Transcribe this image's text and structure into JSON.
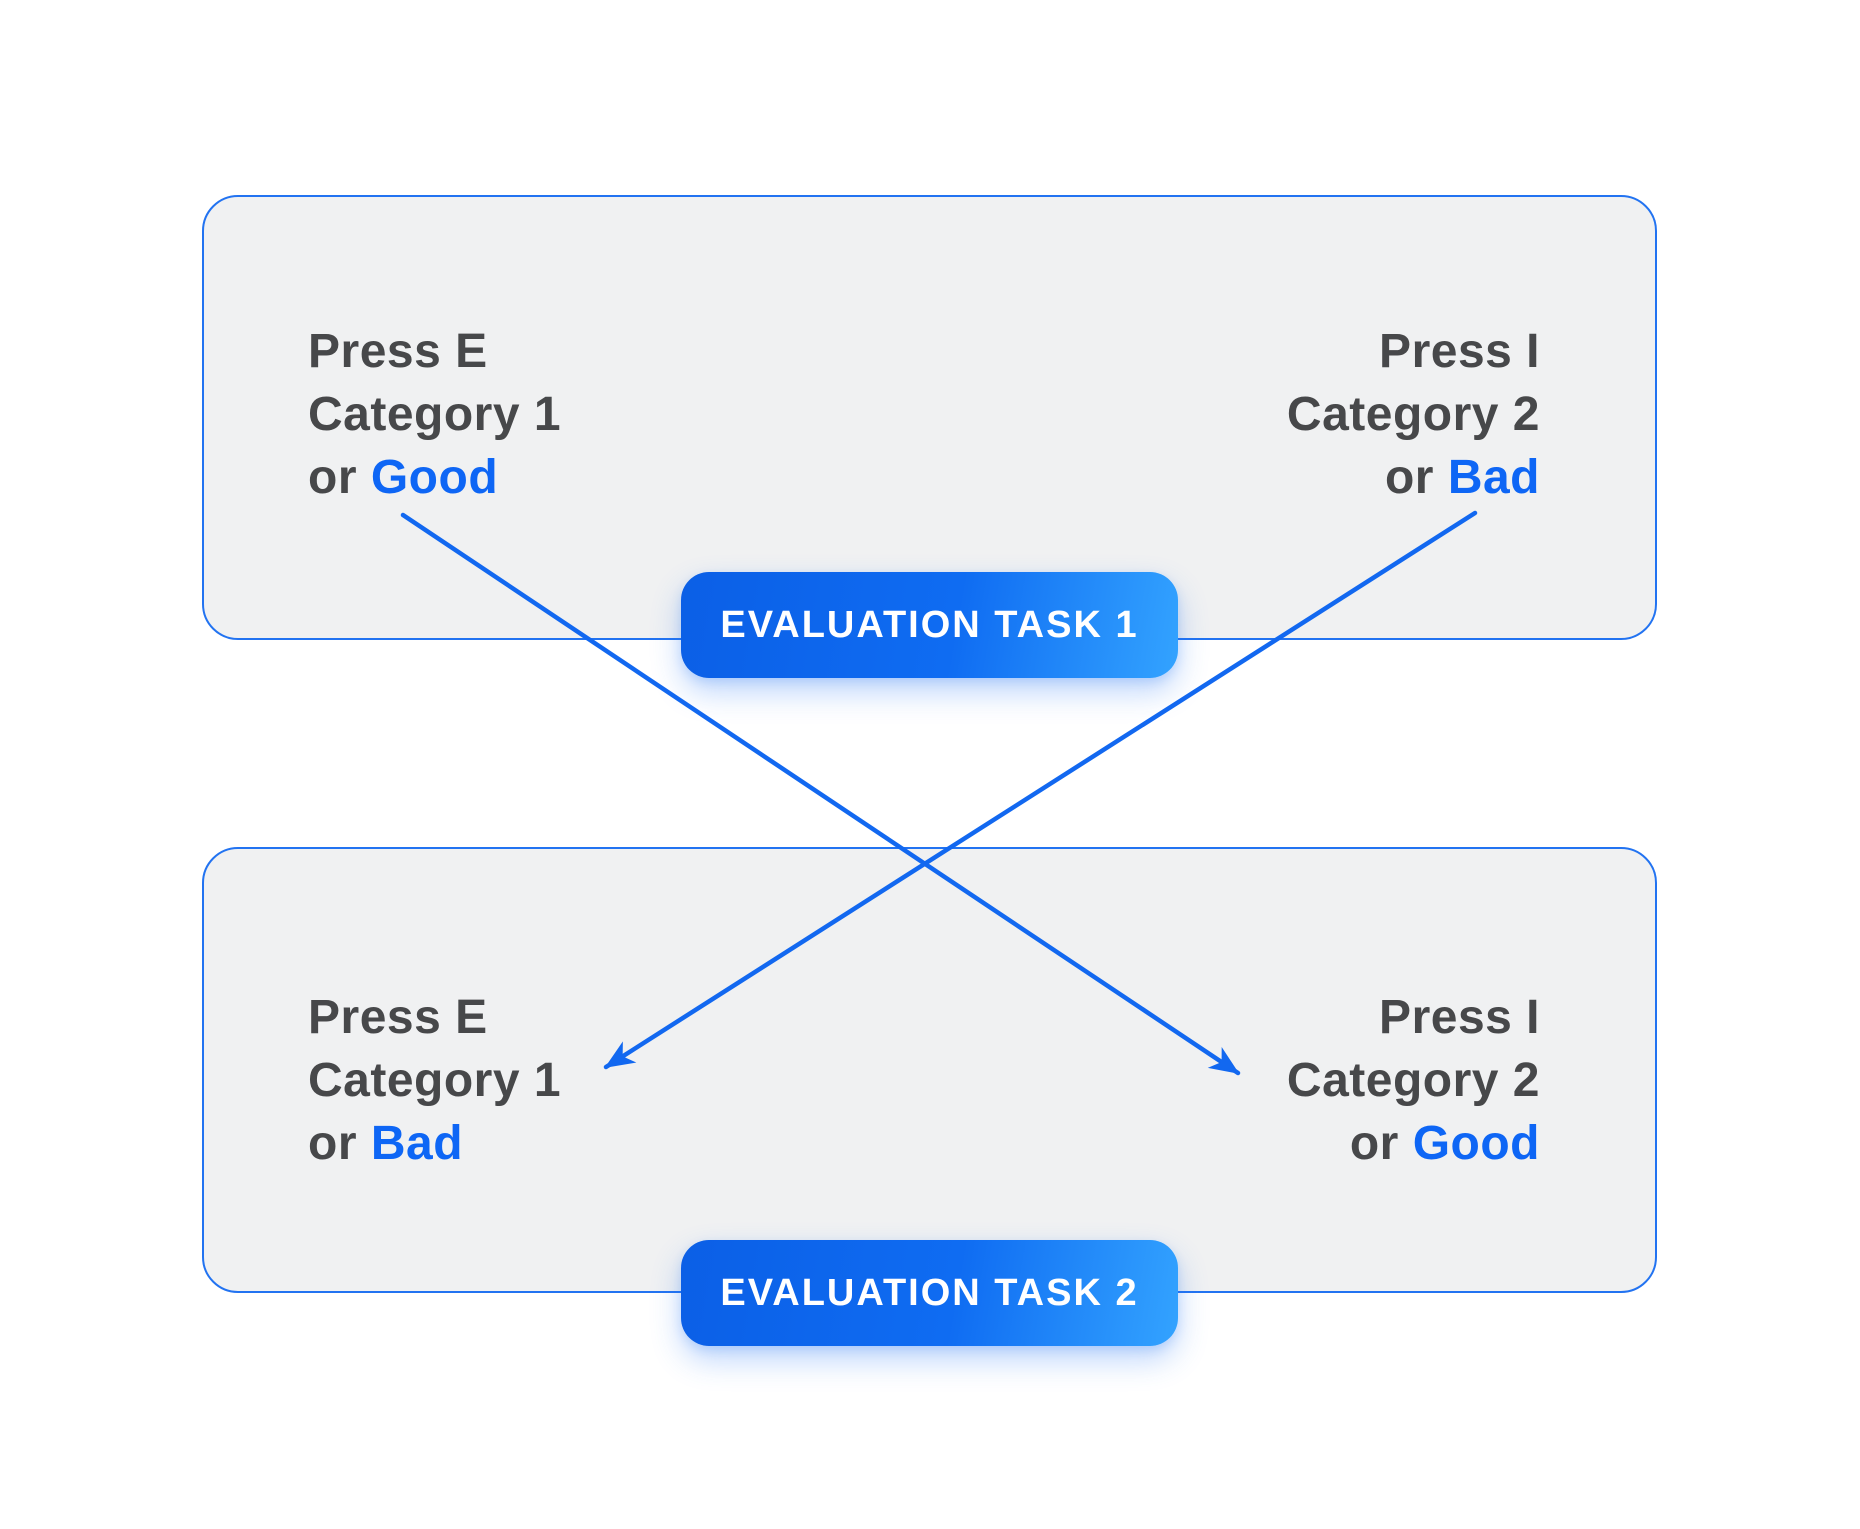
{
  "tasks": [
    {
      "badge_label": "EVALUATION TASK 1",
      "left_key": {
        "key_line": "Press E",
        "category_line": "Category 1",
        "or_prefix": "or ",
        "valence": "Good"
      },
      "right_key": {
        "key_line": "Press I",
        "category_line": "Category 2",
        "or_prefix": "or ",
        "valence": "Bad"
      }
    },
    {
      "badge_label": "EVALUATION TASK 2",
      "left_key": {
        "key_line": "Press E",
        "category_line": "Category 1",
        "or_prefix": "or ",
        "valence": "Bad"
      },
      "right_key": {
        "key_line": "Press I",
        "category_line": "Category 2",
        "or_prefix": "or ",
        "valence": "Good"
      }
    }
  ],
  "arrows": [
    {
      "from": "task1-left-good",
      "to": "task2-right-good"
    },
    {
      "from": "task1-right-bad",
      "to": "task2-left-bad"
    }
  ],
  "colors": {
    "accent_blue": "#1268f0",
    "border_blue": "#2273f1",
    "text_dark": "#47484a",
    "text_blue": "#0e66f5",
    "panel_bg": "#f0f1f2",
    "page_bg": "#ffffff",
    "badge_grad_start": "#0b5fe6",
    "badge_grad_mid": "#0f6cf2",
    "badge_grad_end": "#33a3ff",
    "badge_text": "#ffffff"
  }
}
